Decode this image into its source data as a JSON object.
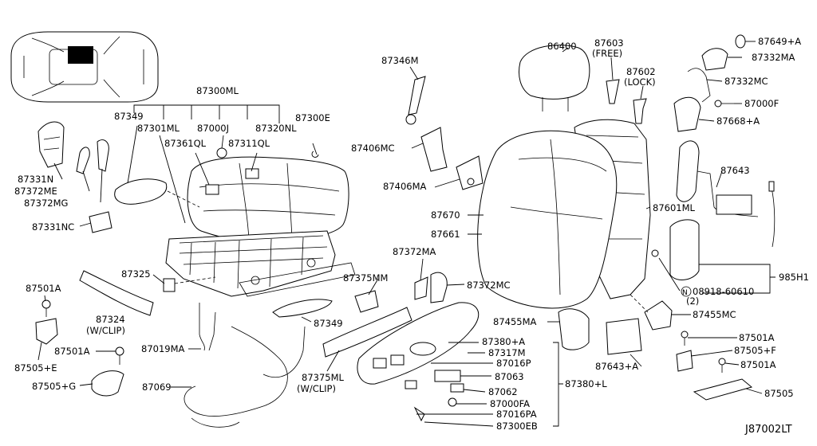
{
  "diagram_code": "J87002LT",
  "parts": {
    "p86400": "86400",
    "p87603": "87603",
    "p87603_note": "(FREE)",
    "p87602": "87602",
    "p87602_note": "(LOCK)",
    "p87649A": "87649+A",
    "p87332MA": "87332MA",
    "p87332MC": "87332MC",
    "p87000F": "87000F",
    "p87668A": "87668+A",
    "p87643": "87643",
    "p87601ML": "87601ML",
    "p985H1": "985H1",
    "p08918": "08918-60610",
    "p08918_qty": "(2)",
    "p87455MC": "87455MC",
    "p87643A": "87643+A",
    "p87501A_r1": "87501A",
    "p87505F": "87505+F",
    "p87501A_r2": "87501A",
    "p87505": "87505",
    "p87346M": "87346M",
    "p87406MC": "87406MC",
    "p87406MA": "87406MA",
    "p87670": "87670",
    "p87661": "87661",
    "p87372MA": "87372MA",
    "p87372MC": "87372MC",
    "p87375MM": "87375MM",
    "p87455MA": "87455MA",
    "p87380A": "87380+A",
    "p87317M": "87317M",
    "p87016P": "87016P",
    "p87063": "87063",
    "p87062": "87062",
    "p87380L": "87380+L",
    "p87000FA": "87000FA",
    "p87016PA": "87016PA",
    "p87300EB": "87300EB",
    "p87375ML": "87375ML",
    "p87375ML_note": "(W/CLIP)",
    "p87300ML": "87300ML",
    "p87349_top": "87349",
    "p87301ML": "87301ML",
    "p87000J": "87000J",
    "p87320NL": "87320NL",
    "p87300E": "87300E",
    "p87361QL": "87361QL",
    "p87311QL": "87311QL",
    "p87331N": "87331N",
    "p87372ME": "87372ME",
    "p87372MG": "87372MG",
    "p87331NC": "87331NC",
    "p87325": "87325",
    "p87501A_l": "87501A",
    "p87324": "87324",
    "p87324_note": "(W/CLIP)",
    "p87505E": "87505+E",
    "p87501A_l2": "87501A",
    "p87019MA": "87019MA",
    "p87349_mid": "87349",
    "p87505G": "87505+G",
    "p87069": "87069",
    "p08918_symbol": "N"
  }
}
